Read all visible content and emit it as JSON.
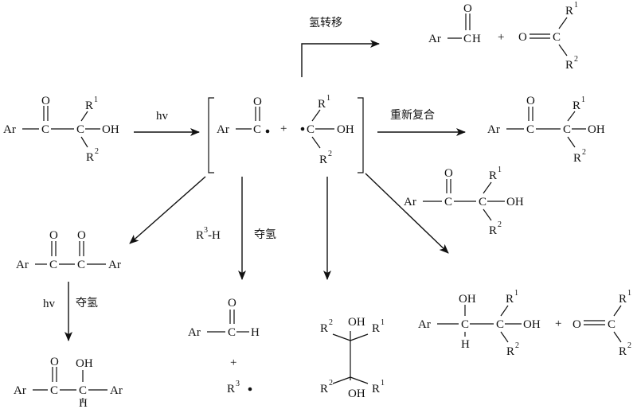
{
  "labels": {
    "hv": "hv",
    "h_transfer": "氢转移",
    "recombination": "重新复合",
    "h_abstraction": "夺氢",
    "plus": "+",
    "r3h": "R³-H",
    "r3": "R³"
  },
  "atoms": {
    "Ar": "Ar",
    "O": "O",
    "C": "C",
    "H": "H",
    "OH": "OH",
    "R": "R",
    "sup1": "1",
    "sup2": "2",
    "sup3": "3"
  }
}
